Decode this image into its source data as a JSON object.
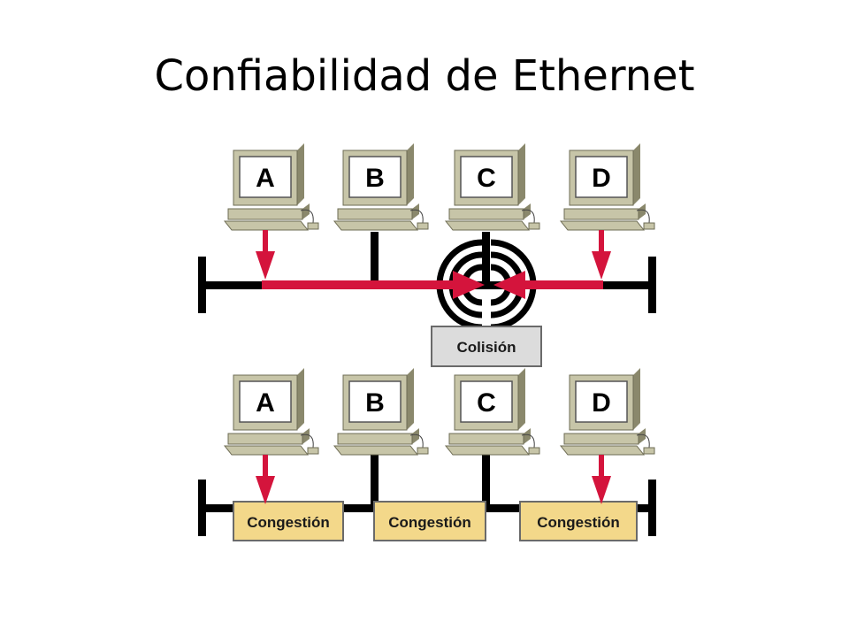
{
  "title": "Confiabilidad de Ethernet",
  "colors": {
    "arrow": "#d4143c",
    "bus": "#000000",
    "collision_box": "#dcdcdc",
    "congestion_box": "#f3d88a",
    "monitor_body": "#c7c5a8",
    "monitor_shadow": "#8a886c",
    "screen": "#ffffff"
  },
  "top_network": {
    "computers": [
      {
        "label": "A",
        "sends": true
      },
      {
        "label": "B",
        "sends": false
      },
      {
        "label": "C",
        "sends": false
      },
      {
        "label": "D",
        "sends": true
      }
    ],
    "collision_label": "Colisión"
  },
  "bottom_network": {
    "computers": [
      {
        "label": "A",
        "sends": true
      },
      {
        "label": "B",
        "sends": false
      },
      {
        "label": "C",
        "sends": false
      },
      {
        "label": "D",
        "sends": true
      }
    ],
    "segments": [
      {
        "label": "Congestión"
      },
      {
        "label": "Congestión"
      },
      {
        "label": "Congestión"
      }
    ]
  }
}
